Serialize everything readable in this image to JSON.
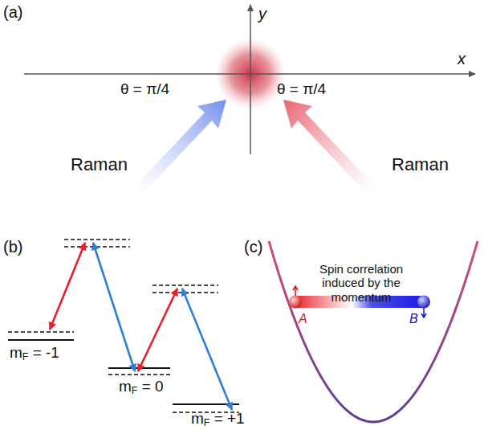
{
  "diagram": {
    "labels": [
      "(a)",
      "y",
      "x",
      "θ = π/4",
      "θ = π/4",
      "Raman",
      "Raman",
      "(b)",
      "mF = -1",
      "mF = 0",
      "mF = +1",
      "(c)",
      "Spin correlation induced by the momentum",
      "A",
      "B"
    ]
  }
}
